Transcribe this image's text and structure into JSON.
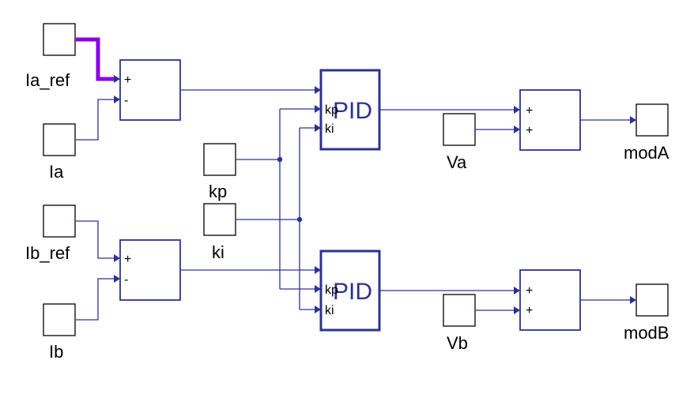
{
  "diagram": {
    "ports": {
      "ia_ref": "Ia_ref",
      "ia": "Ia",
      "ib_ref": "Ib_ref",
      "ib": "Ib",
      "kp": "kp",
      "ki": "ki",
      "va": "Va",
      "vb": "Vb",
      "mod_a": "modA",
      "mod_b": "modB"
    },
    "sum_signs": {
      "plus": "+",
      "minus": "-"
    },
    "pid": {
      "title": "PID",
      "pin_kp": "kp",
      "pin_ki": "ki"
    },
    "colors": {
      "wire": "#2e3192",
      "selected_wire": "#8a00e6",
      "block_border": "#2e3192"
    }
  }
}
